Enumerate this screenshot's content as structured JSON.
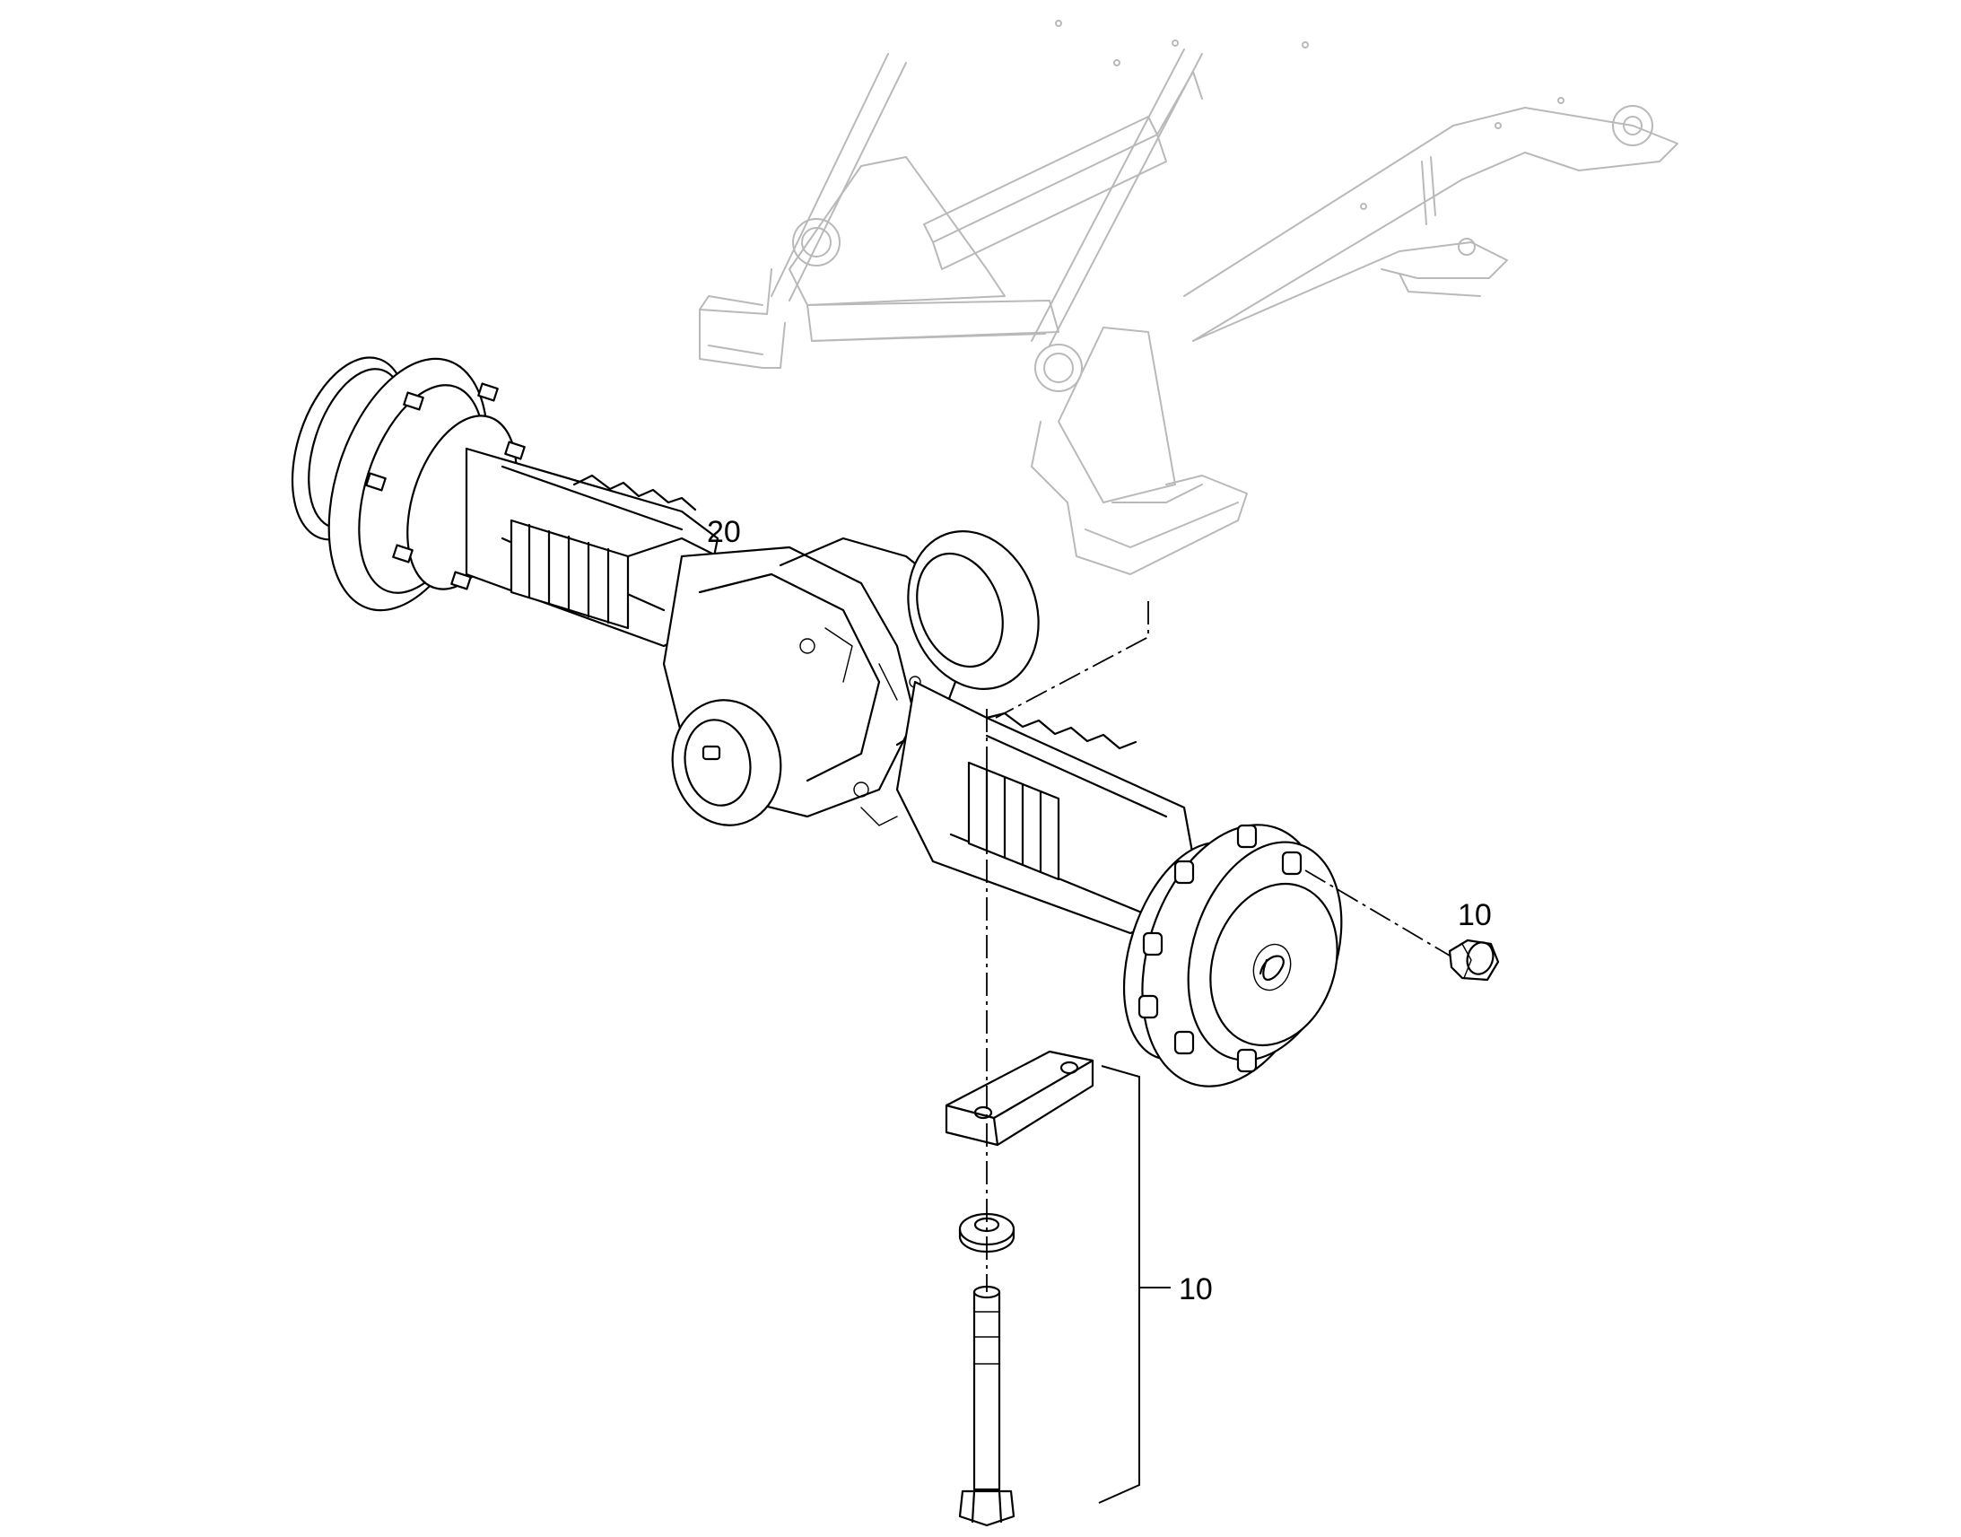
{
  "diagram": {
    "callouts": {
      "axle": "20",
      "nut": "10",
      "bolt_set": "10"
    }
  },
  "colors": {
    "part_line": "#000000",
    "reference_frame": "#b9b9b9",
    "background": "#ffffff"
  }
}
